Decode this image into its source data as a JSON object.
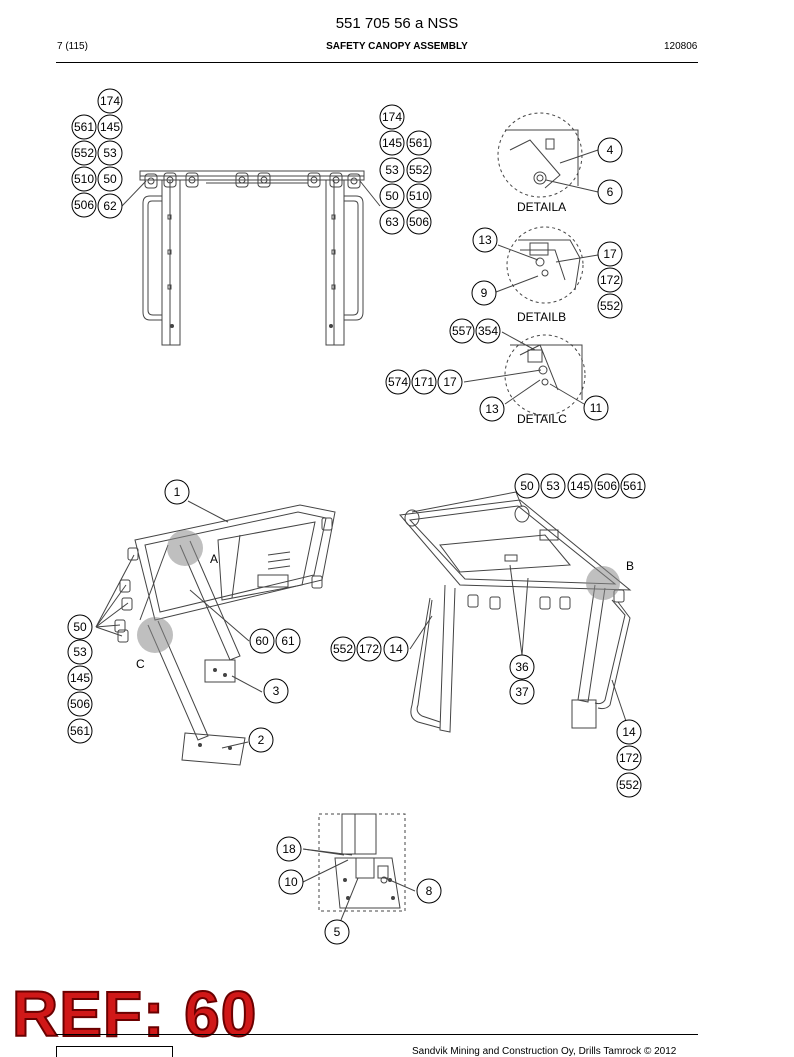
{
  "header": {
    "doc_number": "551 705 56 a NSS",
    "page": "7 (115)",
    "section_title": "SAFETY CANOPY ASSEMBLY",
    "date_code": "120806"
  },
  "callouts": {
    "top_left": [
      "174",
      "561",
      "145",
      "552",
      "53",
      "510",
      "50",
      "506",
      "62"
    ],
    "top_right": [
      "174",
      "145",
      "561",
      "53",
      "552",
      "50",
      "510",
      "63",
      "506"
    ],
    "detail_a": [
      "4",
      "6"
    ],
    "detail_b": [
      "13",
      "17",
      "172",
      "9",
      "552"
    ],
    "detail_c": [
      "557",
      "354",
      "574",
      "171",
      "17",
      "13",
      "11"
    ],
    "iso_left": [
      "1",
      "50",
      "53",
      "145",
      "506",
      "561",
      "60",
      "61",
      "3",
      "2"
    ],
    "iso_right": [
      "50",
      "53",
      "145",
      "506",
      "561",
      "552",
      "172",
      "14",
      "36",
      "37",
      "14",
      "172",
      "552"
    ],
    "bottom": [
      "18",
      "10",
      "8",
      "5"
    ]
  },
  "detail_labels": {
    "a": "DETAILA",
    "b": "DETAILB",
    "c": "DETAILC"
  },
  "view_letters": {
    "a": "A",
    "b": "B",
    "c": "C"
  },
  "ref_stamp": "REF: 60",
  "footer_text": "Sandvik Mining and Construction Oy, Drills Tamrock © 2012"
}
